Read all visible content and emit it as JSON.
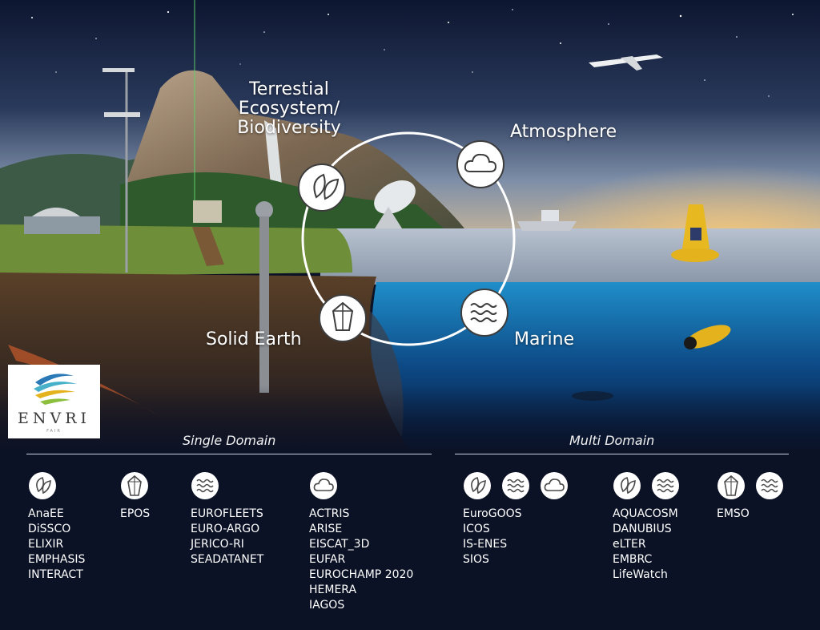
{
  "domains": {
    "terrestrial": "Terrestial\nEcosystem/\nBiodiversity",
    "atmosphere": "Atmosphere",
    "solid_earth": "Solid Earth",
    "marine": "Marine"
  },
  "logo": {
    "name": "ENVRI",
    "sub": "FAIR"
  },
  "sections": {
    "single": "Single Domain",
    "multi": "Multi Domain"
  },
  "single_domain": [
    {
      "icons": [
        "leaf-icon"
      ],
      "items": [
        "AnaEE",
        "DiSSCO",
        "ELIXIR",
        "EMPHASIS",
        "INTERACT"
      ]
    },
    {
      "icons": [
        "crystal-icon"
      ],
      "items": [
        "EPOS"
      ]
    },
    {
      "icons": [
        "wave-icon"
      ],
      "items": [
        "EUROFLEETS",
        "EURO-ARGO",
        "JERICO-RI",
        "SEADATANET"
      ]
    },
    {
      "icons": [
        "cloud-icon"
      ],
      "items": [
        "ACTRIS",
        "ARISE",
        "EISCAT_3D",
        "EUFAR",
        "EUROCHAMP 2020",
        "HEMERA",
        "IAGOS"
      ]
    }
  ],
  "multi_domain": [
    {
      "icons": [
        "leaf-icon",
        "wave-icon",
        "cloud-icon"
      ],
      "items": [
        "EuroGOOS",
        "ICOS",
        "IS-ENES",
        "SIOS"
      ]
    },
    {
      "icons": [
        "leaf-icon",
        "wave-icon"
      ],
      "items": [
        "AQUACOSM",
        "DANUBIUS",
        "eLTER",
        "EMBRC",
        "LifeWatch"
      ]
    },
    {
      "icons": [
        "crystal-icon",
        "wave-icon"
      ],
      "items": [
        "EMSO"
      ]
    }
  ],
  "colors": {
    "night_sky": "#0b1226",
    "ring": "#ffffff",
    "icon_disc": "#ffffff",
    "icon_stroke": "#4a4a4a"
  }
}
